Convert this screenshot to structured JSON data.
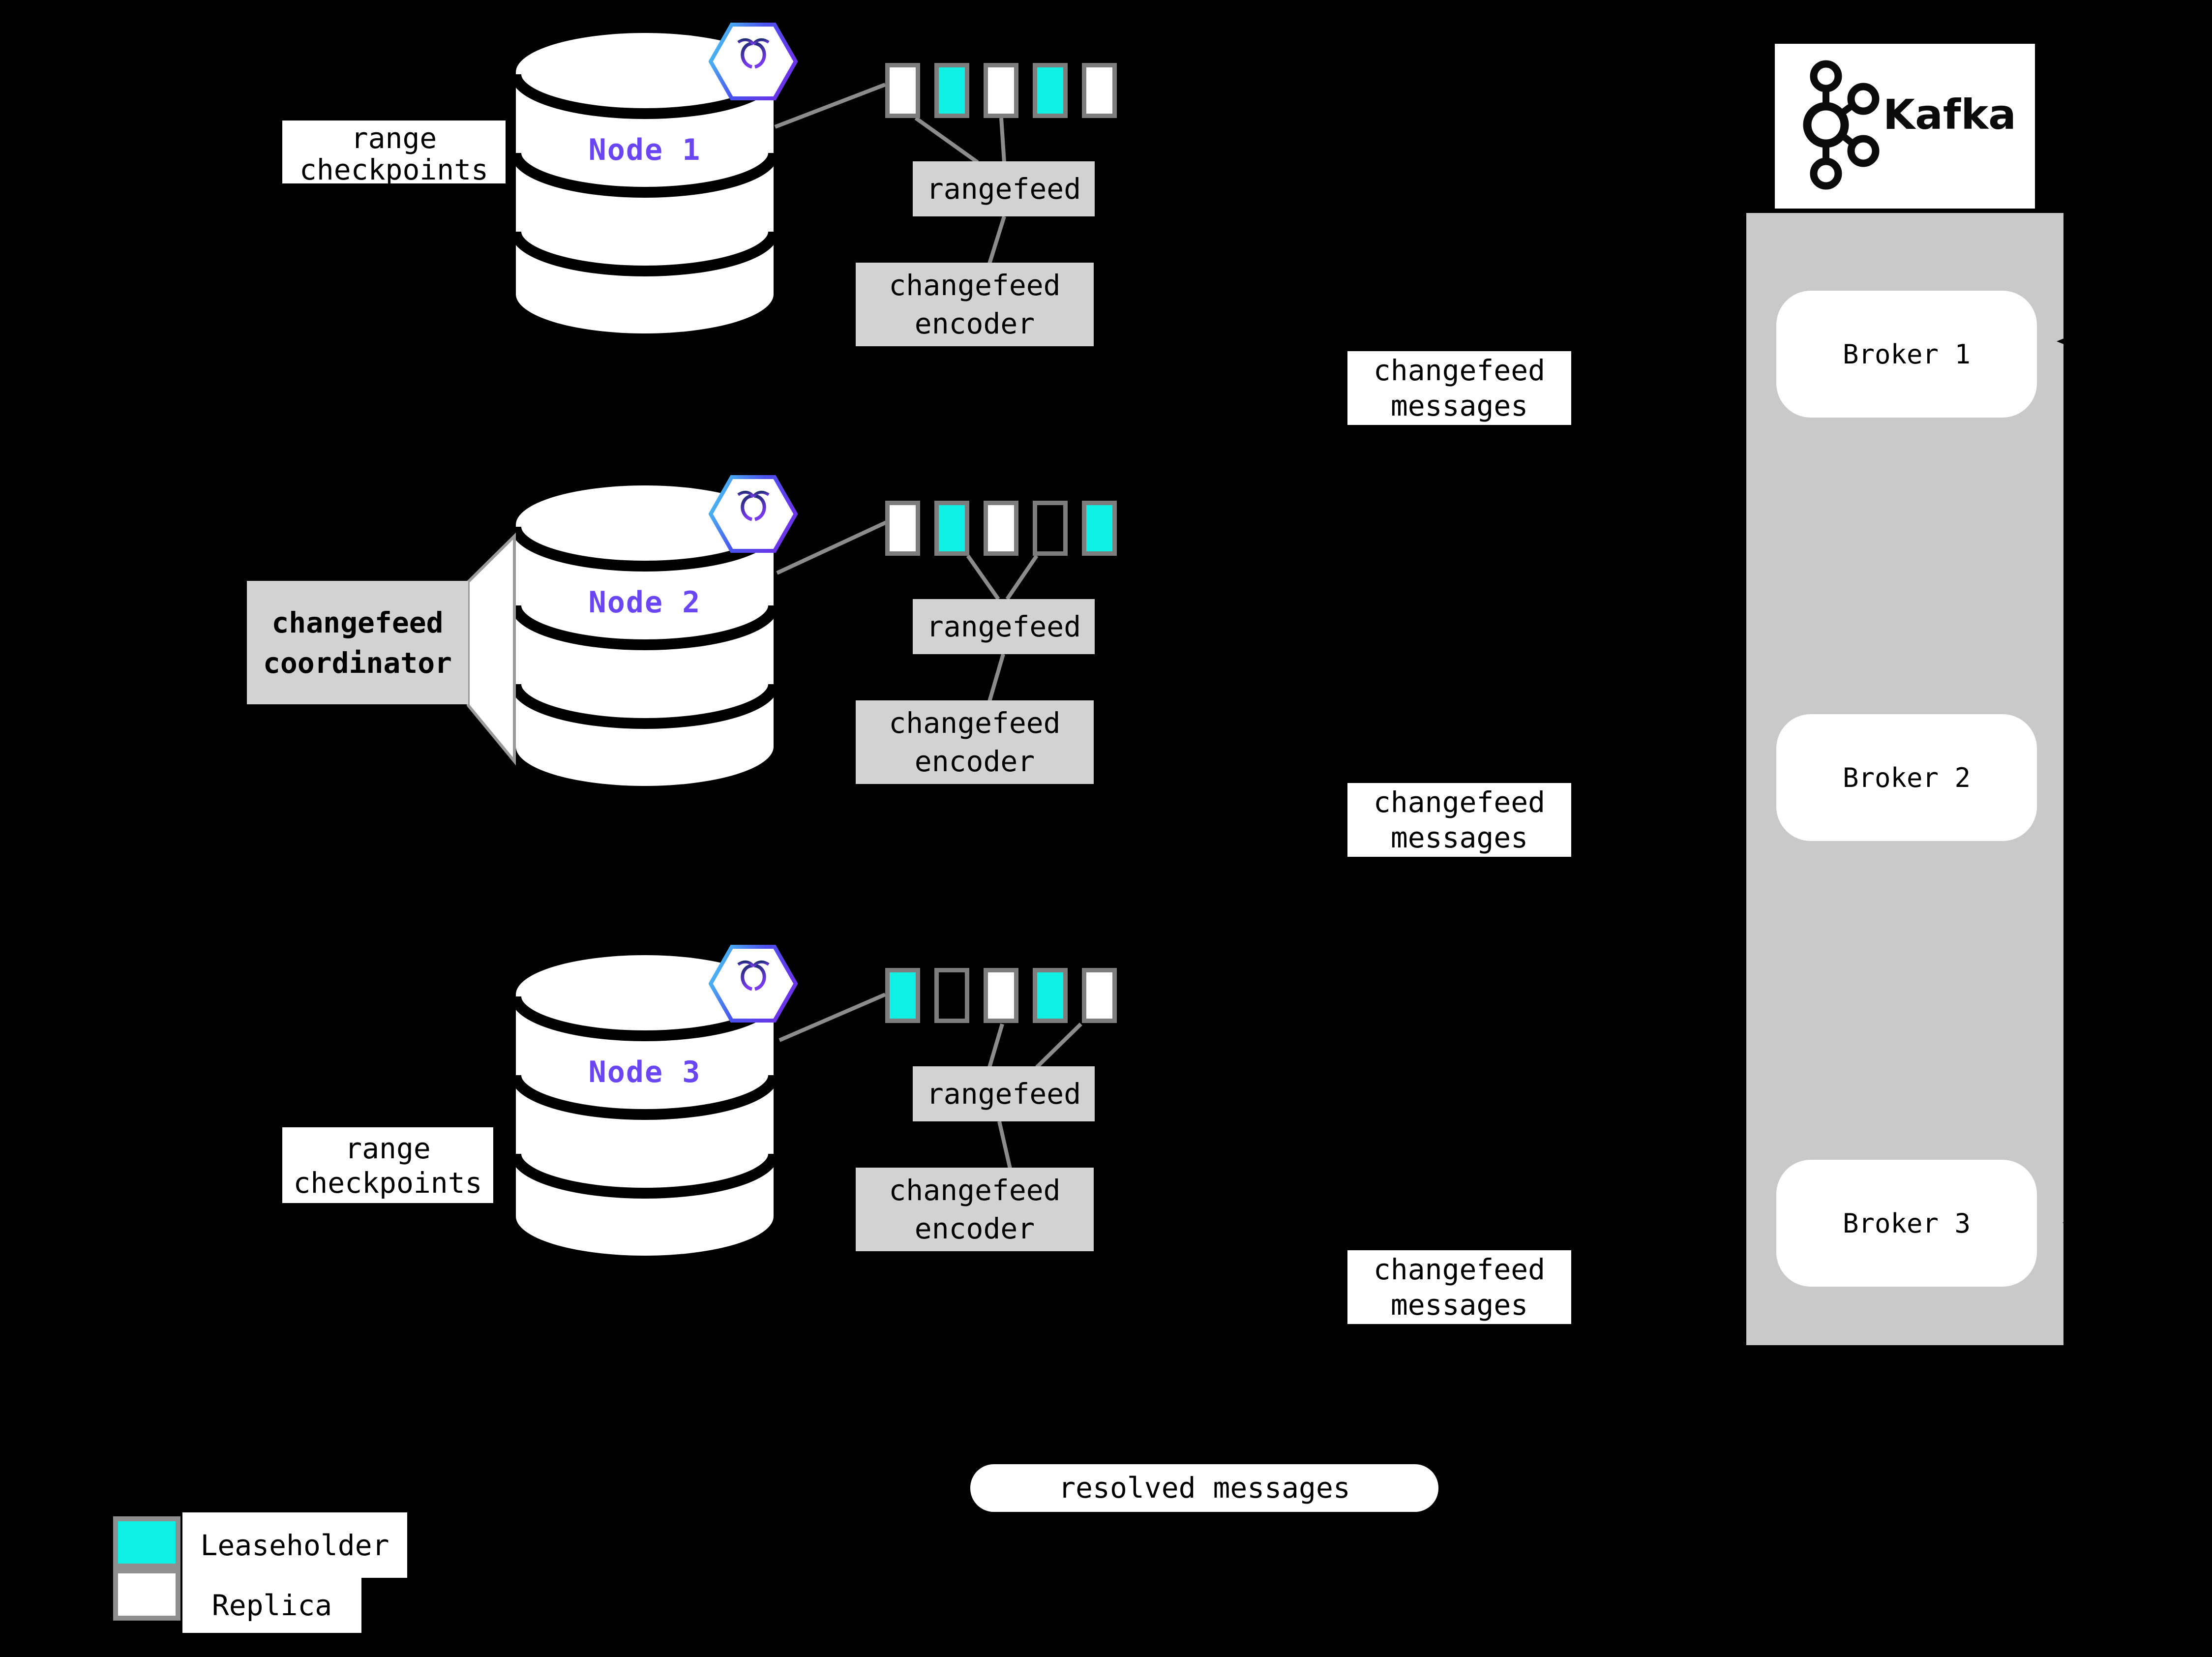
{
  "colors": {
    "background": "#000000",
    "leaseholder_cyan": "#0ff0e4",
    "replica_white": "#ffffff",
    "gray_box": "#d2d2d2",
    "broker_bar_gray": "#c9c9c9",
    "connector_gray": "#8c8c8c",
    "node_label_purple": "#6a45f2"
  },
  "labels": {
    "rangefeed": "rangefeed",
    "changefeed_encoder": "changefeed encoder",
    "changefeed_messages": "changefeed messages",
    "range_checkpoints": "range checkpoints",
    "changefeed_coordinator": "changefeed coordinator",
    "resolved_messages": "resolved messages"
  },
  "nodes": [
    {
      "label": "Node 1",
      "ranges": [
        "replica",
        "leaseholder",
        "replica",
        "leaseholder",
        "replica"
      ]
    },
    {
      "label": "Node 2",
      "ranges": [
        "replica",
        "leaseholder",
        "replica",
        "none",
        "leaseholder"
      ]
    },
    {
      "label": "Node 3",
      "ranges": [
        "leaseholder",
        "none",
        "replica",
        "leaseholder",
        "replica"
      ]
    }
  ],
  "kafka": {
    "label": "Kafka",
    "brokers": [
      "Broker 1",
      "Broker 2",
      "Broker 3"
    ]
  },
  "legend": {
    "items": [
      {
        "key": "leaseholder",
        "label": "Leaseholder"
      },
      {
        "key": "replica",
        "label": "Replica"
      }
    ]
  }
}
